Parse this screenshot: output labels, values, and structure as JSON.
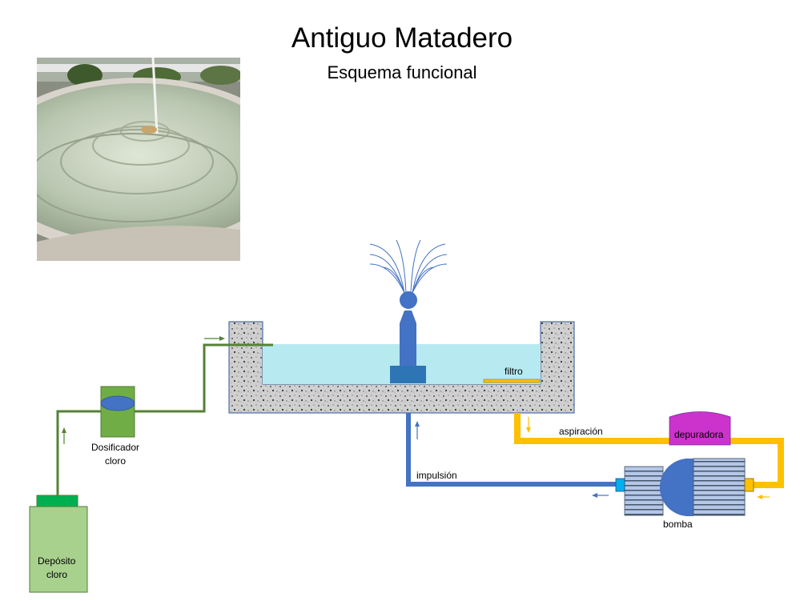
{
  "title": "Antiguo Matadero",
  "subtitle": "Esquema funcional",
  "photo": {
    "subject": "fountain"
  },
  "labels": {
    "filtro": "filtro",
    "aspiracion": "aspiración",
    "depuradora": "depuradora",
    "impulsion": "impulsión",
    "bomba": "bomba",
    "dosificador_line1": "Dosificador",
    "dosificador_line2": "cloro",
    "deposito_line1": "Depósito",
    "deposito_line2": "cloro"
  },
  "colors": {
    "water": "#b7e9f0",
    "basin": "#c9c9c9",
    "nozzle": "#4472c4",
    "impulsion_pipe": "#4472c4",
    "aspiracion_pipe": "#ffc000",
    "chlorine_pipe": "#548235",
    "depuradora": "#cc33cc",
    "dosificador": "#70ad47",
    "deposito": "#a9d18e",
    "deposito_cap": "#00b050"
  }
}
